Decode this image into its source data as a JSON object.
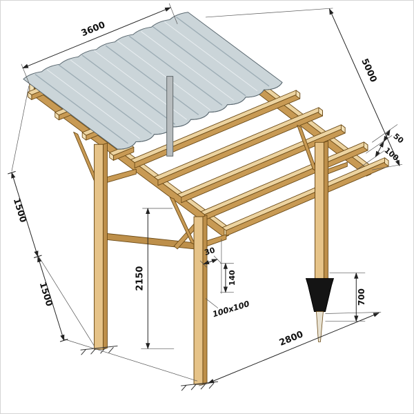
{
  "meta": {
    "description": "Isometric technical drawing of a wooden lean-to carport with corrugated roof sheet, posts, knee braces, ground anchor and dimension callouts"
  },
  "dimensions": {
    "roof_width": "3600",
    "roof_length": "5000",
    "rafter_thickness": "50",
    "beam_height": "100",
    "bay_spacing_1": "1500",
    "bay_spacing_2": "1500",
    "post_height": "2150",
    "detail_offset": "30",
    "detail_height": "140",
    "post_cross_section": "100x100",
    "post_span": "2800",
    "foundation_depth": "700"
  },
  "colors": {
    "wood_top": "#ecd3a0",
    "wood_face": "#c89a54",
    "wood_edge": "#6b4a16",
    "roof_sheet": "#cbd5d9",
    "dimension_line": "#222222",
    "anchor_black": "#141414",
    "pole_gray": "#b7bcbe",
    "background": "#ffffff"
  }
}
